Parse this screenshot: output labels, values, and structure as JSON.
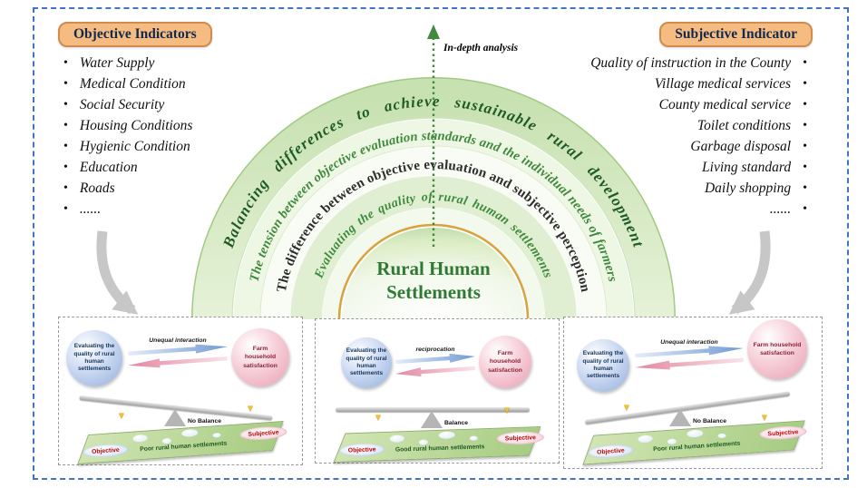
{
  "colors": {
    "frame-blue": "#4472c4",
    "header-fill": "#f6bb80",
    "header-border": "#d08c4e",
    "title-green": "#2f7a33",
    "orange-ring": "#d8a23e",
    "arc-dark-green": "#1e5b24",
    "arc-mid-green": "#3e8a3c"
  },
  "objective": {
    "title": "Objective Indicators",
    "items": [
      "Water Supply",
      "Medical Condition",
      "Social Security",
      "Housing Conditions",
      "Hygienic Condition",
      "Education",
      "Roads",
      "......"
    ]
  },
  "subjective": {
    "title": "Subjective Indicator",
    "items": [
      "Quality of instruction in the County",
      "Village medical services",
      "County medical service",
      "Toilet conditions",
      "Garbage disposal",
      "Living standard",
      "Daily shopping",
      "......"
    ]
  },
  "arcs": {
    "in_depth_label": "In-depth analysis",
    "ring_outer": "Balancing differences to achieve sustainable rural development",
    "ring_tension": "The tension between objective evaluation standards and the individual needs of farmers",
    "ring_difference": "The difference between objective evaluation and subjective perception",
    "ring_evaluating": "Evaluating the quality of rural human settlements",
    "center_title_line1": "Rural Human",
    "center_title_line2": "Settlements"
  },
  "panels": [
    {
      "left_sphere": "Evaluating the quality of rural human settlements",
      "interaction": "Unequal interaction",
      "right_sphere": "Farm household satisfaction",
      "balance": "No Balance",
      "objective_label": "Objective",
      "platform_text": "Poor rural human settlements",
      "subjective_label": "Subjective"
    },
    {
      "left_sphere": "Evaluating the quality of rural human settlements",
      "interaction": "reciprocation",
      "right_sphere": "Farm household satisfaction",
      "balance": "Balance",
      "objective_label": "Objective",
      "platform_text": "Good rural human settlements",
      "subjective_label": "Subjective"
    },
    {
      "left_sphere": "Evaluating the quality of rural human settlements",
      "interaction": "Unequal interaction",
      "right_sphere": "Farm household satisfaction",
      "balance": "No Balance",
      "objective_label": "Objective",
      "platform_text": "Poor rural human settlements",
      "subjective_label": "Subjective"
    }
  ]
}
